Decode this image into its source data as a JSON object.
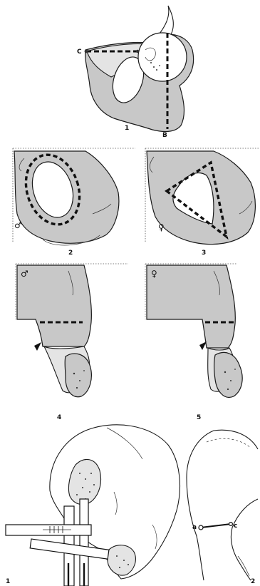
{
  "panel_top": {
    "number": "1",
    "point_c": "C",
    "point_b": "B"
  },
  "panel_pubis_male": {
    "number": "2",
    "sex_symbol": "♂"
  },
  "panel_pubis_female": {
    "number": "3",
    "sex_symbol": "♀"
  },
  "panel_sciatic_male": {
    "number": "4",
    "sex_symbol": "♂"
  },
  "panel_sciatic_female": {
    "number": "5",
    "sex_symbol": "♀"
  },
  "panel_caliper": {
    "number": "1"
  },
  "panel_ilium_measure": {
    "number": "2",
    "point_a": "a",
    "point_c": "c"
  }
}
